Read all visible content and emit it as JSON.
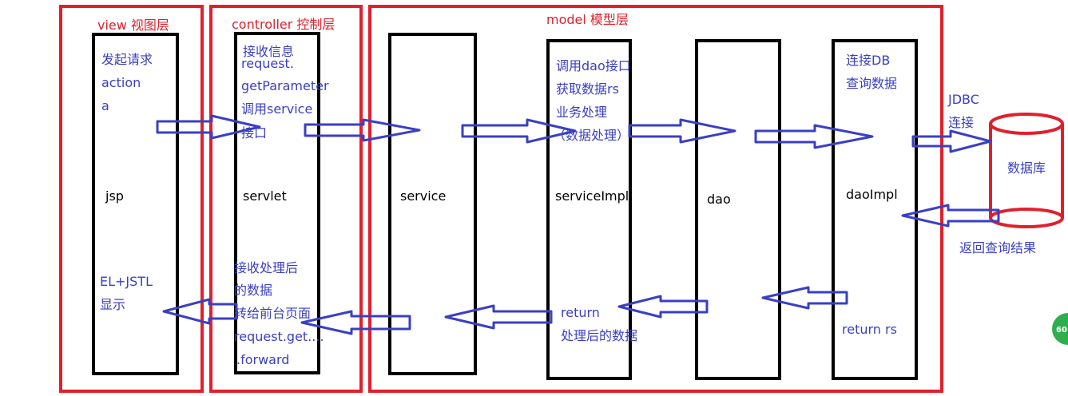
{
  "layers": {
    "view": "view 视图层",
    "controller": "controller 控制层",
    "model": "model 模型层"
  },
  "components": {
    "jsp": "jsp",
    "servlet": "servlet",
    "service": "service",
    "serviceImpl": "serviceImpl",
    "dao": "dao",
    "daoImpl": "daoImpl",
    "database": "数据库"
  },
  "annotations": {
    "view_request": [
      "发起请求",
      "action",
      "a"
    ],
    "view_display": [
      "EL+JSTL",
      "显示"
    ],
    "controller_receive": [
      "接收信息",
      "request.",
      "getParameter",
      "调用service",
      "接口"
    ],
    "controller_return": [
      "接收处理后",
      "的数据",
      "转给前台页面",
      "request.get....",
      ".forward"
    ],
    "serviceImpl_top": [
      "调用dao接口",
      "获取数据rs",
      "业务处理",
      "（数据处理）"
    ],
    "serviceImpl_return": [
      "return",
      "处理后的数据"
    ],
    "daoImpl_top": [
      "连接DB",
      "查询数据"
    ],
    "daoImpl_return": "return rs",
    "jdbc": [
      "JDBC",
      "连接"
    ],
    "db_return": "返回查询结果"
  },
  "badge": "60",
  "colors": {
    "red": "#e0202c",
    "blue": "#3a3fc4",
    "black": "#000000",
    "badge": "#2fae4e"
  }
}
